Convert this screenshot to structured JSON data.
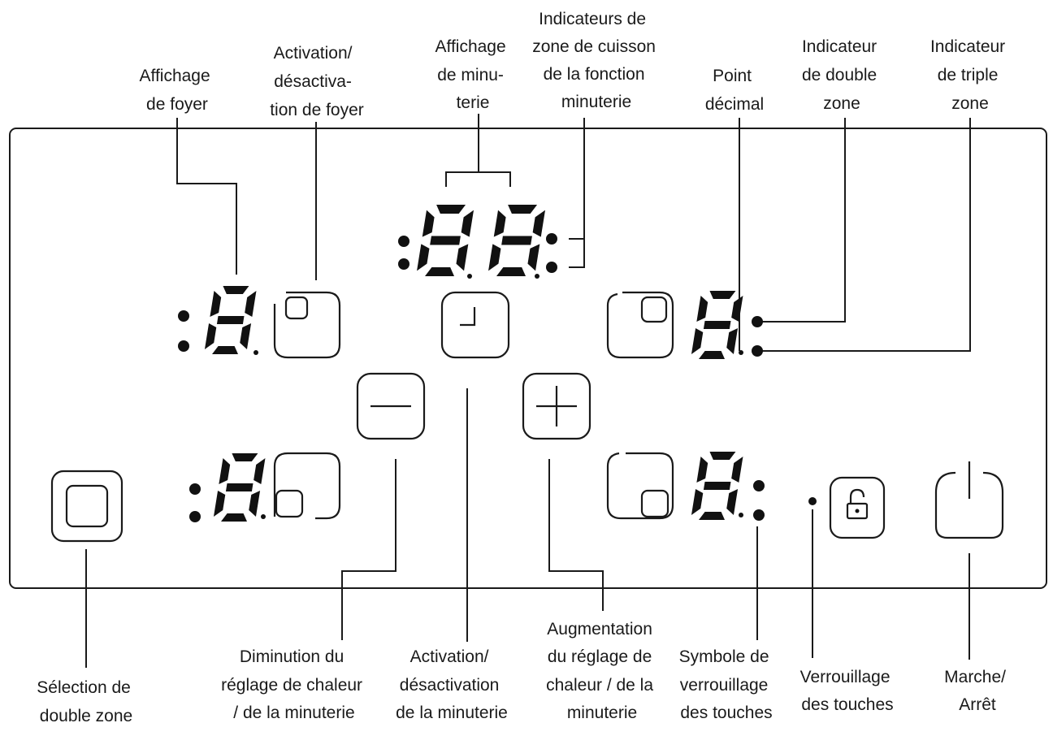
{
  "labels": {
    "affichage_foyer": [
      "Affichage",
      "de foyer"
    ],
    "activation_foyer": [
      "Activation/",
      "désactiva-",
      "tion de foyer"
    ],
    "affichage_minuterie": [
      "Affichage",
      "de minu-",
      "terie"
    ],
    "indicateurs_zone": [
      "Indicateurs de",
      "zone de cuisson",
      "de la fonction",
      "minuterie"
    ],
    "point_decimal": [
      "Point",
      "décimal"
    ],
    "indicateur_double": [
      "Indicateur",
      "de double",
      "zone"
    ],
    "indicateur_triple": [
      "Indicateur",
      "de triple",
      "zone"
    ],
    "selection_double": [
      "Sélection de",
      "double zone"
    ],
    "diminution": [
      "Diminution du",
      "réglage de chaleur",
      "/ de la minuterie"
    ],
    "activation_minuterie": [
      "Activation/",
      "désactivation",
      "de la minuterie"
    ],
    "augmentation": [
      "Augmentation",
      "du réglage de",
      "chaleur / de la",
      "minuterie"
    ],
    "symbole_verrouillage": [
      "Symbole de",
      "verrouillage",
      "des touches"
    ],
    "verrouillage": [
      "Verrouillage",
      "des touches"
    ],
    "marche_arret": [
      "Marche/",
      "Arrêt"
    ]
  },
  "icons": {
    "minus": "minus-icon",
    "plus": "plus-icon",
    "clock": "timer-icon",
    "lock": "lock-icon",
    "power": "power-icon",
    "dual": "dual-zone-icon"
  }
}
